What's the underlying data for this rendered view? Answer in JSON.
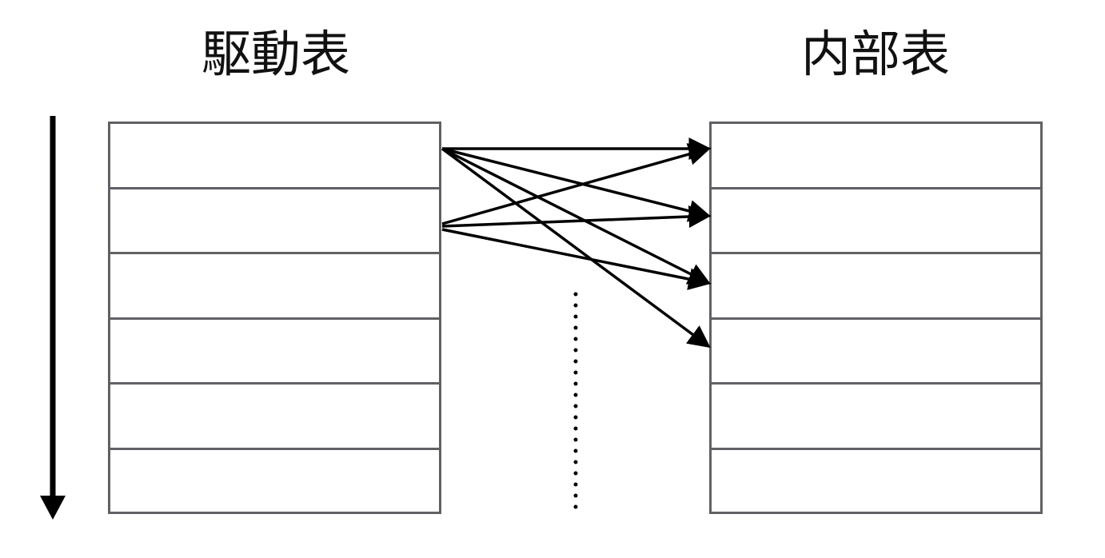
{
  "driving_table": {
    "label": "駆動表",
    "row_count": 6
  },
  "inner_table": {
    "label": "内部表",
    "row_count": 6
  },
  "connections": [
    {
      "from_row": 0,
      "to_row": 0
    },
    {
      "from_row": 0,
      "to_row": 1
    },
    {
      "from_row": 0,
      "to_row": 2
    },
    {
      "from_row": 0,
      "to_row": 3
    },
    {
      "from_row": 1,
      "to_row": 0
    },
    {
      "from_row": 1,
      "to_row": 1
    },
    {
      "from_row": 1,
      "to_row": 2
    }
  ],
  "colors": {
    "table_border": "#5f6165",
    "arrow": "#000000"
  }
}
